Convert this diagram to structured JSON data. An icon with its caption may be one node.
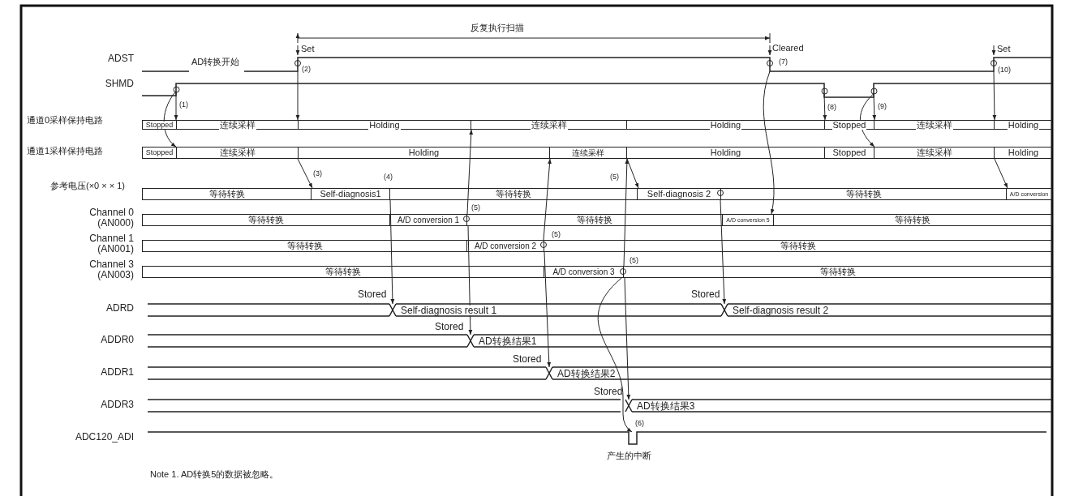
{
  "diagram": {
    "nodes": [
      {
        "text": [
          "AD转换开始"
        ]
      },
      {
        "text": [],
        "shape": "circle"
      },
      {
        "text": [
          "Stopped"
        ]
      },
      {
        "text": [
          "连续采样"
        ]
      },
      {
        "text": [
          "Holding"
        ]
      },
      {
        "text": [
          "连续采样"
        ]
      },
      {
        "text": [
          "Holding"
        ]
      },
      {
        "text": [
          "Stopped"
        ]
      },
      {
        "text": [
          "连续采样"
        ]
      },
      {
        "text": [
          "Holding"
        ]
      },
      {
        "text": [
          "Stopped"
        ]
      },
      {
        "text": [
          "连续采样"
        ]
      },
      {
        "text": [
          "Holding"
        ]
      },
      {
        "text": [
          "连续采样"
        ]
      },
      {
        "text": [
          "Holding"
        ]
      },
      {
        "text": [
          "Stopped"
        ]
      },
      {
        "text": [
          "连续采样"
        ]
      },
      {
        "text": [
          "Holding"
        ]
      },
      {
        "text": [
          "等待转换"
        ]
      },
      {
        "text": [
          "Self-diagnosis1"
        ]
      },
      {
        "text": [
          "等待转换"
        ]
      },
      {
        "text": [
          "Self-diagnosis 2"
        ]
      },
      {
        "text": [
          "等待转换"
        ]
      },
      {
        "text": [
          "A/D conversion"
        ]
      },
      {
        "text": [
          "等待转换"
        ]
      },
      {
        "text": [
          "A/D conversion 1"
        ]
      },
      {
        "text": [
          "等待转换"
        ]
      },
      {
        "text": [
          "A/D conversion 5"
        ]
      },
      {
        "text": [
          "等待转换"
        ]
      },
      {
        "text": [
          "等待转换"
        ]
      },
      {
        "text": [
          "A/D conversion 2"
        ]
      },
      {
        "text": [
          "等待转换"
        ]
      },
      {
        "text": [
          "等待转换"
        ]
      },
      {
        "text": [
          "A/D conversion 3"
        ]
      },
      {
        "text": [
          "等待转换"
        ]
      },
      {
        "text": [],
        "shape": "bar"
      },
      {
        "text": [
          "Self-diagnosis result 1"
        ]
      },
      {
        "text": [
          "Self-diagnosis result 2"
        ]
      },
      {
        "text": [],
        "shape": "bar"
      },
      {
        "text": [
          "AD转换结果1"
        ]
      },
      {
        "text": [],
        "shape": "bar"
      },
      {
        "text": [
          "AD转换结果2"
        ]
      },
      {
        "text": [],
        "shape": "bar"
      },
      {
        "text": [
          "AD转换结果3"
        ]
      },
      {
        "text": [],
        "shape": "line",
        "beside": [
          "产生的中断"
        ]
      },
      {
        "text": [],
        "shape": "circle"
      },
      {
        "text": [],
        "shape": "circle"
      }
    ],
    "edges": [
      {
        "from": 1,
        "to": 3,
        "arrow": "to"
      },
      {
        "from": 1,
        "to": 11,
        "arrow": "to"
      },
      {
        "from": 0,
        "to": 4,
        "arrow": "to"
      },
      {
        "from": 12,
        "to": 19,
        "arrow": "to"
      },
      {
        "from": 19,
        "to": 36,
        "arrow": "to"
      },
      {
        "from": 25,
        "to": 5,
        "arrow": "to"
      },
      {
        "from": 25,
        "to": 39,
        "arrow": "to"
      },
      {
        "from": 30,
        "to": 13,
        "arrow": "to"
      },
      {
        "from": 30,
        "to": 41,
        "arrow": "to"
      },
      {
        "from": 33,
        "to": 14,
        "arrow": "to"
      },
      {
        "from": 14,
        "to": 21,
        "arrow": "to"
      },
      {
        "from": 33,
        "to": 43,
        "arrow": "to"
      },
      {
        "from": 33,
        "to": 44,
        "arrow": "to"
      },
      {
        "from": 21,
        "to": 37,
        "arrow": "to"
      },
      {
        "from": 0,
        "to": 27,
        "arrow": "to"
      },
      {
        "from": 45,
        "to": 7,
        "arrow": "to"
      },
      {
        "from": 46,
        "to": 8,
        "arrow": "to"
      },
      {
        "from": 46,
        "to": 16,
        "arrow": "to"
      },
      {
        "from": 0,
        "to": 9,
        "arrow": "to"
      },
      {
        "from": 17,
        "to": 23,
        "arrow": "to"
      }
    ],
    "labels": [
      "反复执行扫描",
      "ADST",
      "Set",
      "Cleared",
      "Set",
      "(2)",
      "(7)",
      "(10)",
      "SHMD",
      "(1)",
      "(8)",
      "(9)",
      "通道0采样保持电路",
      "通道1采样保持电路",
      "(3)",
      "(4)",
      "(5)",
      "参考电压(×0 × × 1)",
      "(5)",
      "Channel 0 (AN000)",
      "(5)",
      "Channel 1 (AN001)",
      "(5)",
      "Channel 3 (AN003)",
      "Stored",
      "Stored",
      "ADRD",
      "Stored",
      "ADDR0",
      "Stored",
      "ADDR1",
      "Stored",
      "ADDR3",
      "(6)",
      "ADC120_ADI",
      "Note 1.  AD转换5的数据被忽略。"
    ]
  }
}
